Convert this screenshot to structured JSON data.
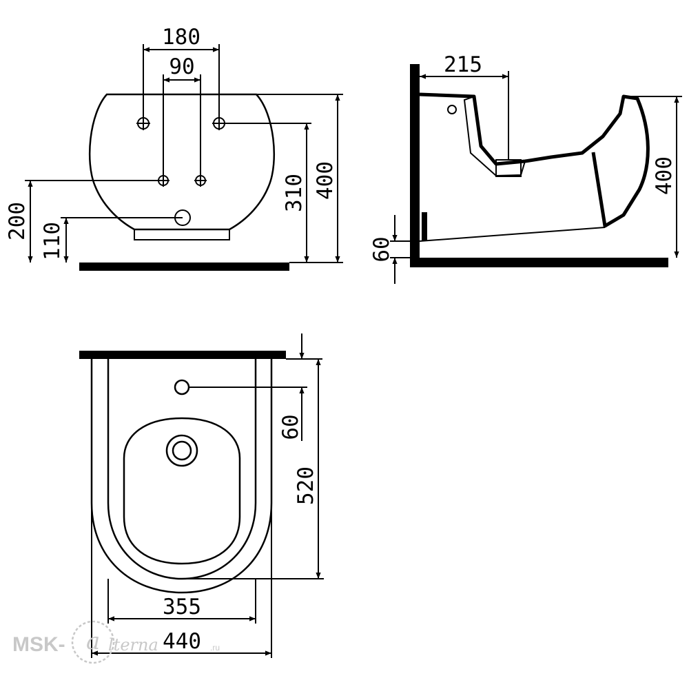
{
  "views": {
    "front": {
      "dims": {
        "w180": "180",
        "w90": "90",
        "h200": "200",
        "h110": "110",
        "h310": "310",
        "h400": "400"
      }
    },
    "side": {
      "dims": {
        "w215": "215",
        "h400": "400",
        "h60": "60"
      }
    },
    "top": {
      "dims": {
        "d60": "60",
        "d520": "520",
        "w355": "355",
        "w440": "440"
      }
    }
  },
  "watermark": {
    "brand": "MSK-",
    "logo_letter": "a",
    "script": "lterna",
    "tld": ".ru"
  }
}
